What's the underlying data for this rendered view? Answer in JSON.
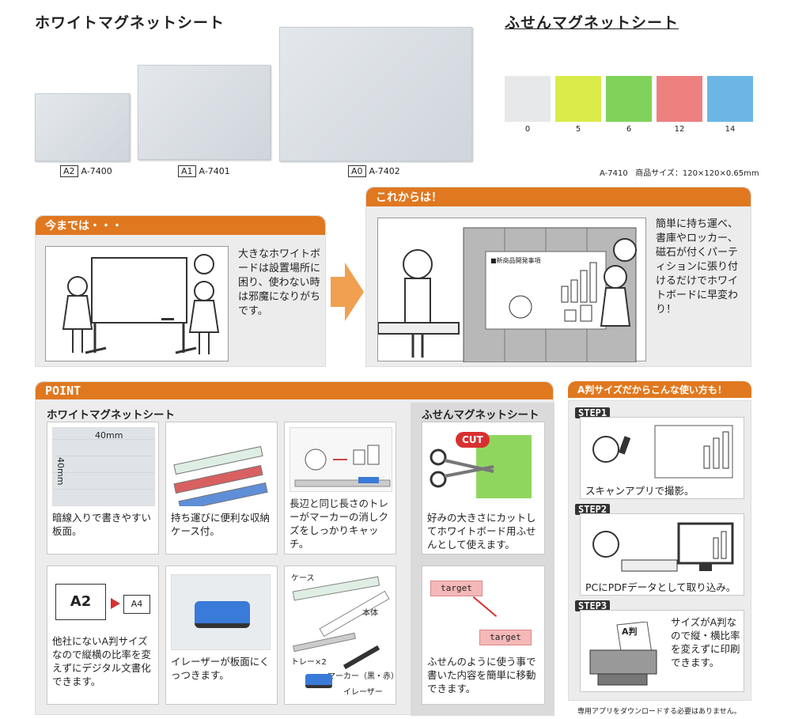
{
  "top": {
    "white_title": "ホワイトマグネットシート",
    "sticky_title": "ふせんマグネットシート",
    "sheets": [
      {
        "size": "A2",
        "code": "A-7400"
      },
      {
        "size": "A1",
        "code": "A-7401"
      },
      {
        "size": "A0",
        "code": "A-7402"
      }
    ],
    "swatches": [
      {
        "num": "0",
        "color": "#e6e8ea"
      },
      {
        "num": "5",
        "color": "#d9ec4a"
      },
      {
        "num": "6",
        "color": "#7fd35a"
      },
      {
        "num": "12",
        "color": "#ee8080"
      },
      {
        "num": "14",
        "color": "#6cb6e6"
      }
    ],
    "sticky_code": "A-7410",
    "sticky_size": "商品サイズ：120×120×0.65mm"
  },
  "before": {
    "header": "今までは・・・",
    "text": "大きなホワイトボードは設置場所に困り、使わない時は邪魔になりがちです。"
  },
  "after": {
    "header": "これからは！",
    "text": "簡単に持ち運べ、書庫やロッカー、磁石が付くパーティションに張り付けるだけでホワイトボードに早変わり！",
    "board_title": "■新商品開発事項"
  },
  "point": {
    "header": "POINT",
    "white_title": "ホワイトマグネットシート",
    "sticky_title": "ふせんマグネットシート",
    "card1": {
      "text": "暗線入りで書きやすい板面。",
      "w_label": "40mm",
      "h_label": "40mm"
    },
    "card2": {
      "text": "持ち運びに便利な収納ケース付。"
    },
    "card3": {
      "text": "長辺と同じ長さのトレーがマーカーの消しクズをしっかりキャッチ。"
    },
    "card4": {
      "text": "好みの大きさにカットしてホワイトボード用ふせんとして使えます。",
      "cut": "CUT"
    },
    "card5": {
      "text": "他社にないA判サイズなので縦横の比率を変えずにデジタル文書化できます。",
      "big": "A2",
      "small": "A4"
    },
    "card6": {
      "text": "イレーザーが板面にくっつきます。"
    },
    "card7": {
      "labels": {
        "case": "ケース",
        "body": "本体",
        "tray": "トレー×2",
        "marker": "マーカー（黒・赤）",
        "eraser": "イレーザー"
      }
    },
    "card8": {
      "text": "ふせんのように使う事で書いた内容を簡単に移動できます。",
      "tag1": "target",
      "tag2": "target"
    }
  },
  "usage": {
    "header": "A判サイズだからこんな使い方も！",
    "steps": [
      {
        "label": "STEP1",
        "text": "スキャンアプリで撮影。"
      },
      {
        "label": "STEP2",
        "text": "PCにPDFデータとして取り込み。"
      },
      {
        "label": "STEP3",
        "text": "サイズがA判なので縦・横比率を変えずに印刷できます。",
        "paper": "A判"
      }
    ],
    "note": "専用アプリをダウンロードする必要はありません。"
  }
}
